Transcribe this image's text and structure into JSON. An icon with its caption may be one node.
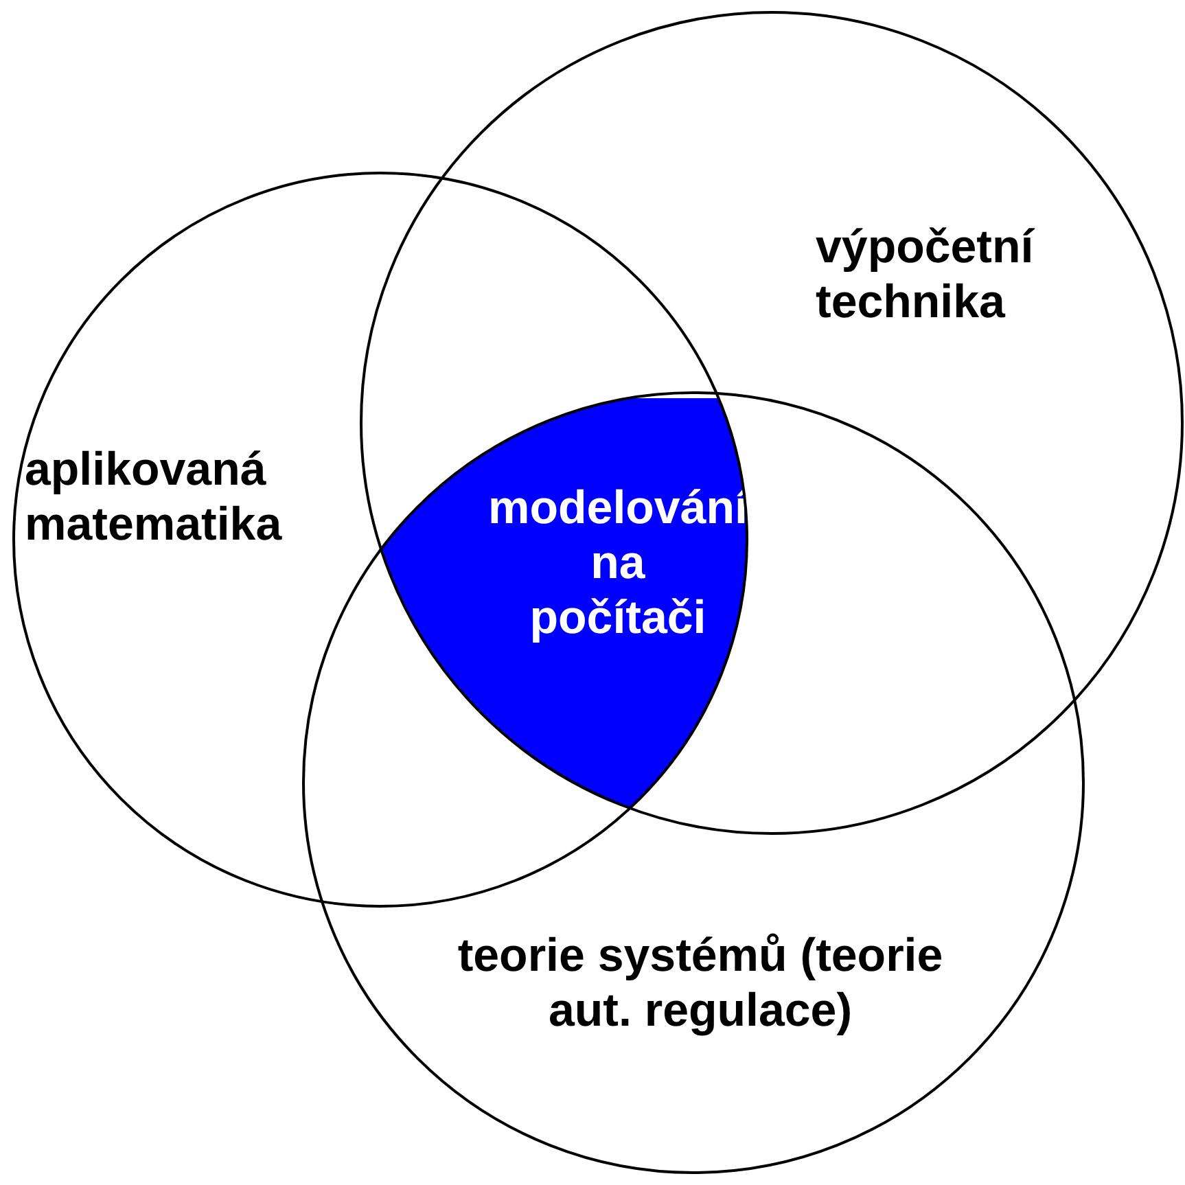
{
  "diagram": {
    "nodes": [
      {
        "text": [
          "aplikovaná matematika"
        ]
      },
      {
        "text": [
          "výpočetní technika"
        ]
      },
      {
        "text": [
          "teorie systémů (teorie aut. regulace)"
        ]
      },
      {
        "text": [
          "modelování na počítači"
        ]
      }
    ]
  }
}
